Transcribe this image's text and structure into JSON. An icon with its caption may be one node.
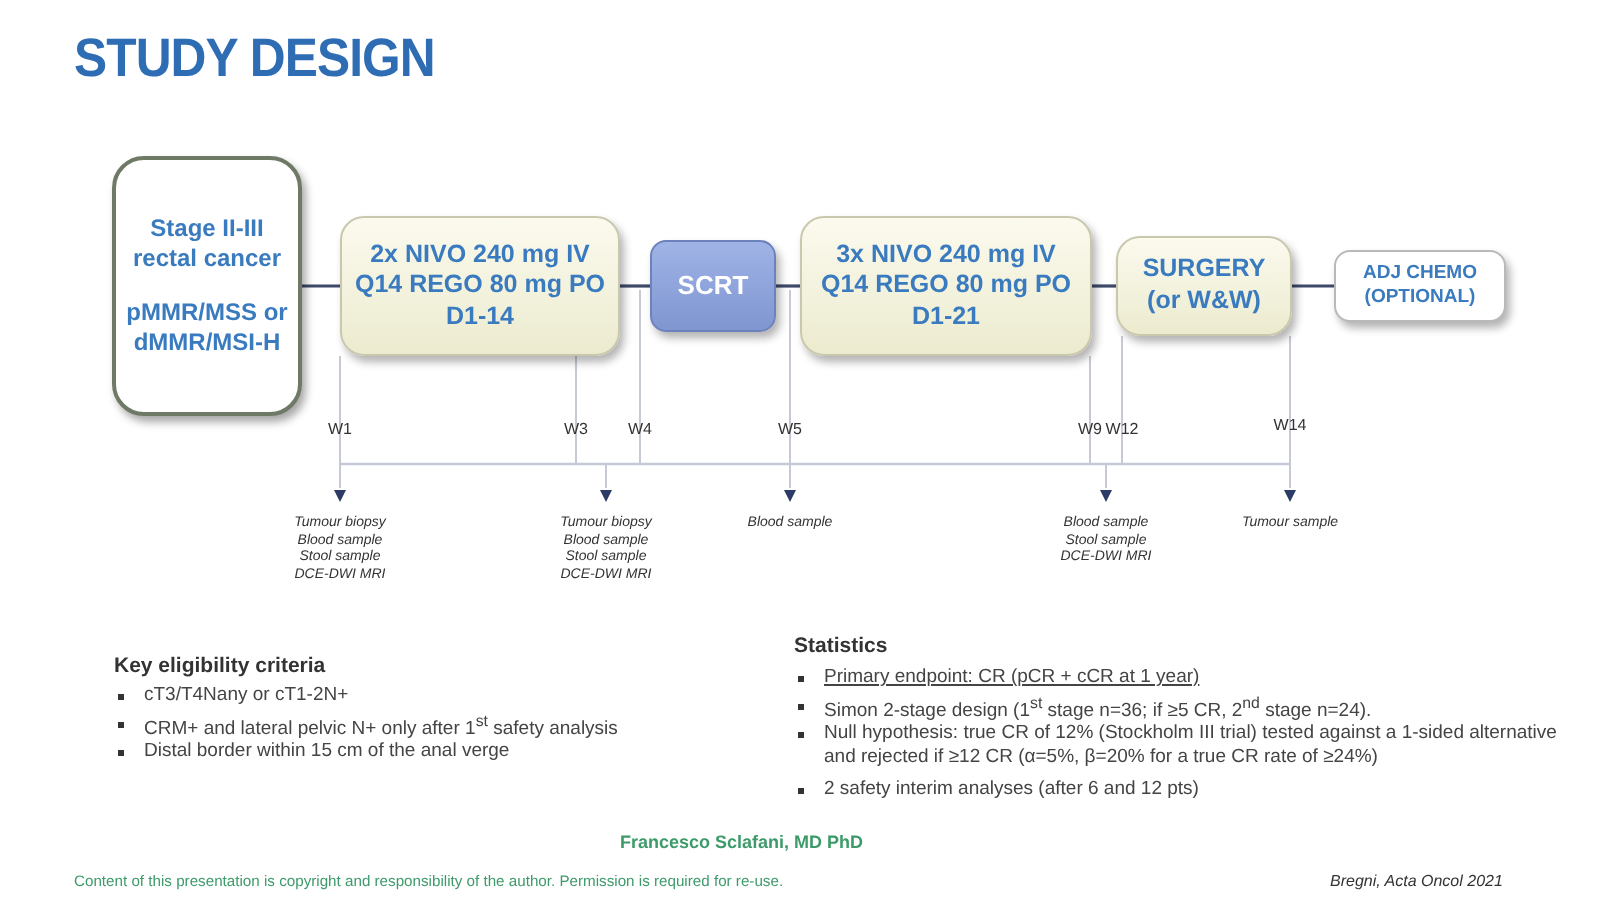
{
  "diagram": {
    "title": "STUDY DESIGN",
    "nodes": [
      {
        "text": [
          "Stage II-III rectal cancer",
          "pMMR/MSS or dMMR/MSI-H"
        ]
      },
      {
        "text": [
          "2x NIVO 240 mg IV Q14 REGO 80 mg PO D1-14"
        ]
      },
      {
        "text": [
          "SCRT"
        ]
      },
      {
        "text": [
          "3x NIVO 240 mg IV Q14 REGO 80 mg PO D1-21"
        ]
      },
      {
        "text": [
          "SURGERY (or W&W)"
        ]
      },
      {
        "text": [
          "ADJ CHEMO (OPTIONAL)"
        ]
      }
    ],
    "edges": [
      {
        "from": 0,
        "to": 1,
        "arrow": "none"
      },
      {
        "from": 1,
        "to": 2,
        "arrow": "none"
      },
      {
        "from": 2,
        "to": 3,
        "arrow": "none"
      },
      {
        "from": 3,
        "to": 4,
        "arrow": "none"
      },
      {
        "from": 4,
        "to": 5,
        "arrow": "none"
      }
    ],
    "labels": [
      "W1",
      "W3",
      "W4",
      "W5",
      "W9",
      "W12",
      "W14",
      "Tumour biopsy",
      "Blood sample",
      "Stool sample",
      "DCE-DWI MRI",
      "Tumour biopsy",
      "Blood sample",
      "Stool sample",
      "DCE-DWI MRI",
      "Blood sample",
      "Blood sample",
      "Stool sample",
      "DCE-DWI MRI",
      "Tumour sample",
      "Key eligibility criteria",
      "cT3/T4Nany or cT1-2N+",
      "CRM+ and lateral pelvic N+ only after 1$^{st}$ safety analysis",
      "Distal border within 15 cm of the anal verge",
      "Statistics",
      "Primary endpoint: CR (pCR + cCR at 1 year)",
      "Simon 2-stage design (1$^{st}$ stage n=36; if ≥5 CR, 2$^{nd}$ stage n=24).",
      "Null hypothesis: true CR of 12% (Stockholm III trial) tested against a 1-sided alternative and rejected if ≥12 CR (α=5%, β=20% for a true CR rate of ≥24%)",
      "2 safety interim analyses (after 6 and 12 pts)",
      "Francesco Sclafani, MD PhD",
      "Content of this presentation is copyright and responsibility of the author. Permission is required for re-use.",
      "Bregni, Acta Oncol 2021"
    ]
  }
}
